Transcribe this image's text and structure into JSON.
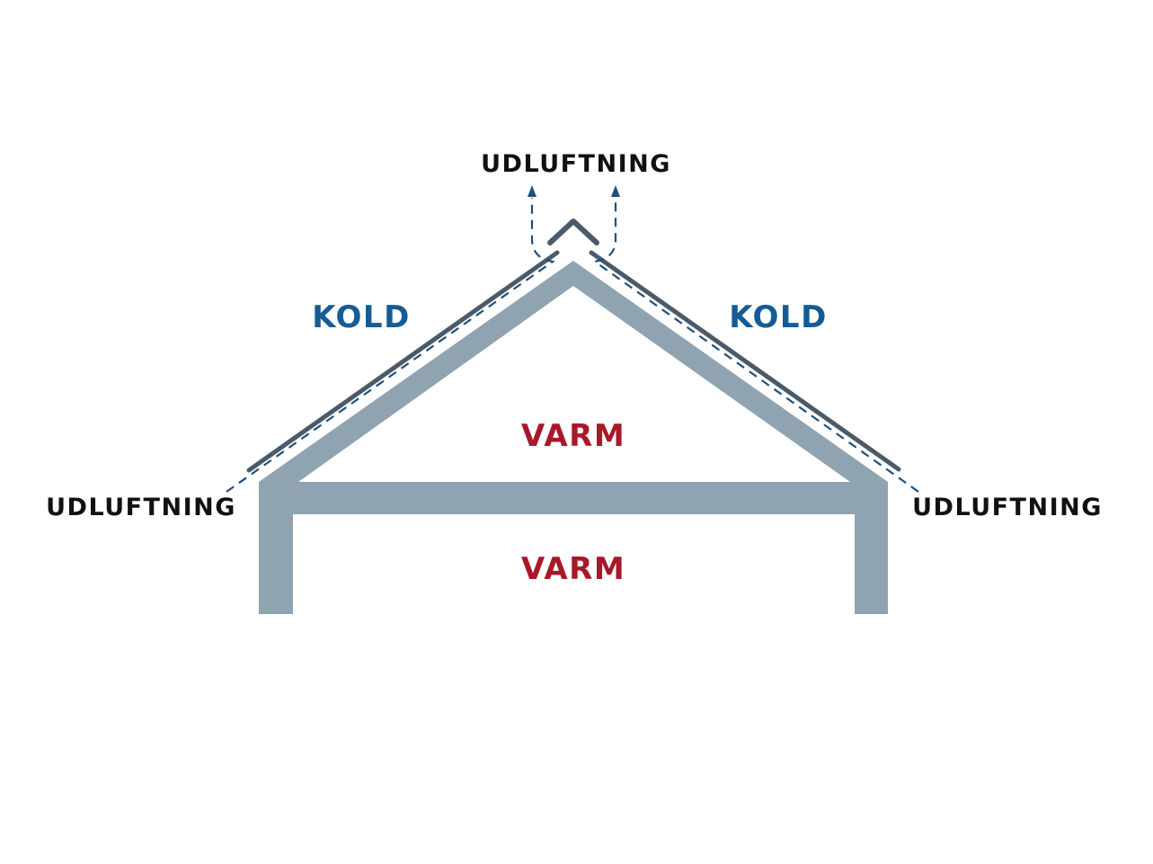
{
  "diagram": {
    "labels": {
      "vent_top": "UDLUFTNING",
      "vent_left": "UDLUFTNING",
      "vent_right": "UDLUFTNING",
      "cold_left": "KOLD",
      "cold_right": "KOLD",
      "warm_attic": "VARM",
      "warm_room": "VARM"
    },
    "colors": {
      "structure": "#90a3b0",
      "roof_covering": "#4a5a68",
      "airflow": "#1f4f7a",
      "cold_text": "#145c96",
      "warm_text": "#a8182a",
      "vent_text": "#111111",
      "background": "#ffffff"
    }
  }
}
